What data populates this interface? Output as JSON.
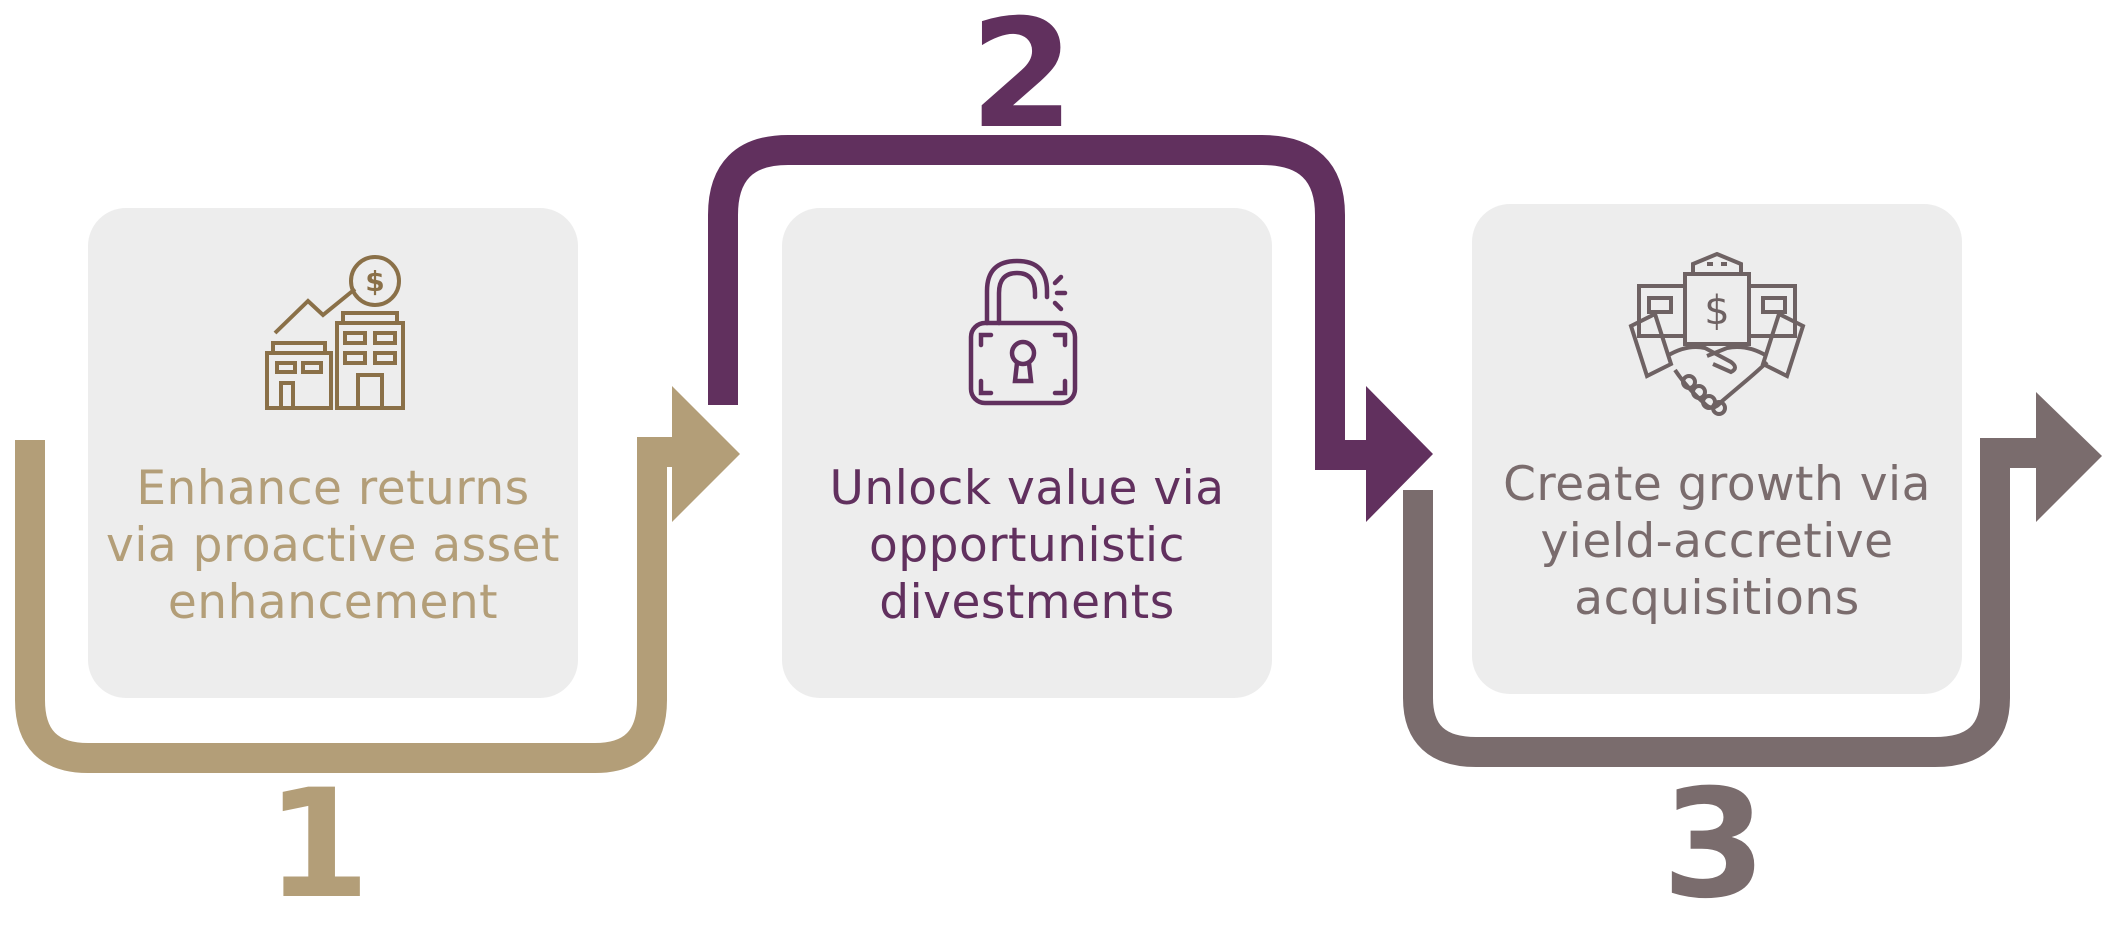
{
  "colors": {
    "step1": "#b39e78",
    "step2": "#61305e",
    "step3": "#7a6c6d",
    "card_bg": "#ededed"
  },
  "steps": [
    {
      "number": "1",
      "text": "Enhance returns via proactive asset enhancement",
      "icon": "building-growth-icon"
    },
    {
      "number": "2",
      "text": "Unlock value via opportunistic divestments",
      "icon": "unlocked-padlock-icon"
    },
    {
      "number": "3",
      "text": "Create growth via yield-accretive acquisitions",
      "icon": "handshake-acquisition-icon"
    }
  ]
}
